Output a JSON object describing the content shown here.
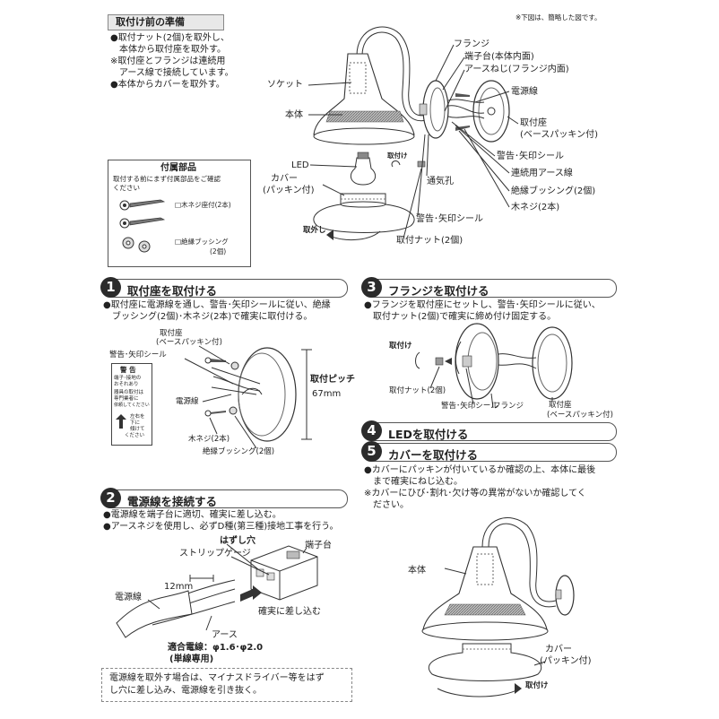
{
  "note_top": "※下図は、簡略した図です。",
  "prep": {
    "title": "取付け前の準備",
    "lines": [
      "●取付ナット(2個)を取外し、",
      "本体から取付座を取外す。",
      "※取付座とフランジは連続用",
      "アース線で接続しています。",
      "●本体からカバーを取外す。"
    ]
  },
  "parts": {
    "title": "付属部品",
    "desc": [
      "取付する前にまず付属部品をご確認",
      "ください"
    ],
    "screw": "□木ネジ座付(2本)",
    "bushing": [
      "□絶縁ブッシング",
      "(2個)"
    ]
  },
  "main_labels": {
    "socket": "ソケット",
    "body": "本体",
    "led": "LED",
    "cover": [
      "カバー",
      "(パッキン付)"
    ],
    "remove": "取外し",
    "attach_small": "取付け",
    "flange": "フランジ",
    "terminal": "端子台(本体内面)",
    "earth_screw": "アースねじ(フランジ内面)",
    "power_wire": "電源線",
    "mount_base": [
      "取付座",
      "(ベースパッキン付)"
    ],
    "warn_seal": "警告･矢印シール",
    "earth_wire": "連続用アース線",
    "insul_bushing": "絶縁ブッシング(2個)",
    "wood_screw": "木ネジ(2本)",
    "vent": "通気孔",
    "warn_seal2": "警告･矢印シール",
    "nut": "取付ナット(2個)"
  },
  "step1": {
    "num": "1",
    "title": "取付座を取付ける",
    "lines": [
      "●取付座に電源線を通し、警告･矢印シールに従い、絶縁",
      "ブッシング(2個)･木ネジ(2本)で確実に取付ける。"
    ],
    "mount_base": [
      "取付座",
      "(ベースパッキン付)"
    ],
    "warn_seal": "警告･矢印シール",
    "power_wire": "電源線",
    "wood_screw": "木ネジ(2本)",
    "bushing": "絶縁ブッシング(2個)",
    "pitch": [
      "取付ピッチ",
      "67mm"
    ],
    "sticker": [
      "警 告",
      "端子･接地の",
      "おそれあり",
      "器具の取付は",
      "専門業者に",
      "依頼してください",
      "左右を",
      "下に",
      "傾けて",
      "ください"
    ]
  },
  "step2": {
    "num": "2",
    "title": "電源線を接続する",
    "lines": [
      "●電源線を端子台に適切、確実に差し込む。",
      "●アースネジを使用し、必ずD種(第三種)接地工事を行う。"
    ],
    "release": "はずし穴",
    "strip": "ストリップゲージ",
    "terminal": "端子台",
    "mm": "12mm",
    "power_wire": "電源線",
    "insert": "確実に差し込む",
    "earth": "アース",
    "wire_spec": "適合電線：φ1.6･φ2.0",
    "wire_spec2": "(単線専用)",
    "note": [
      "電源線を取外す場合は、マイナスドライバー等をはず",
      "し穴に差し込み、電源線を引き抜く。"
    ]
  },
  "step3": {
    "num": "3",
    "title": "フランジを取付ける",
    "lines": [
      "●フランジを取付座にセットし、警告･矢印シールに従い、",
      "取付ナット(2個)で確実に締め付け固定する。"
    ],
    "attach": "取付け",
    "nut": "取付ナット(2個)",
    "warn_seal": "警告･矢印シール",
    "flange": "フランジ",
    "mount_base": [
      "取付座",
      "(ベースパッキン付)"
    ]
  },
  "step4": {
    "num": "4",
    "title": "LEDを取付ける"
  },
  "step5": {
    "num": "5",
    "title": "カバーを取付ける",
    "lines": [
      "●カバーにパッキンが付いているか確認の上、本体に最後",
      "まで確実にねじ込む。",
      "※カバーにひび･割れ･欠け等の異常がないか確認してく",
      "ださい。"
    ],
    "body": "本体",
    "cover": [
      "カバー",
      "(パッキン付)"
    ],
    "attach": "取付け"
  }
}
